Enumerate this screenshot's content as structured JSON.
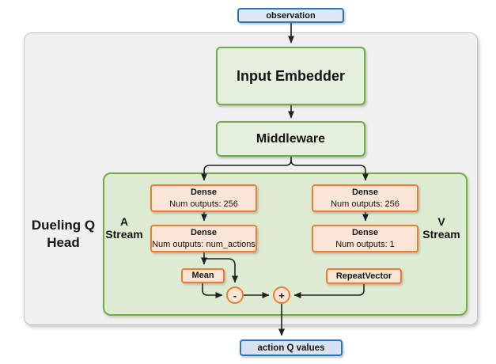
{
  "colors": {
    "blue_border": "#2E75B6",
    "blue_fill": "#DBE9F8",
    "blue_fill_out": "#D9E2F0",
    "green_border": "#70AD47",
    "green_fill": "#E5F0DD",
    "green_container_fill": "#DDEBD3",
    "orange_border": "#ED7D31",
    "orange_fill": "#FBE5D6",
    "gray_fill": "#F0F0F0",
    "gray_border": "#C3C3C3"
  },
  "nodes": {
    "observation": {
      "label": "observation"
    },
    "input_embedder": {
      "label": "Input Embedder"
    },
    "middleware": {
      "label": "Middleware"
    },
    "dueling_head": {
      "line1": "Dueling Q",
      "line2": "Head"
    },
    "a_stream": {
      "line1": "A",
      "line2": "Stream"
    },
    "v_stream": {
      "line1": "V",
      "line2": "Stream"
    },
    "a_dense_1": {
      "title": "Dense",
      "detail": "Num outputs: 256"
    },
    "a_dense_2": {
      "title": "Dense",
      "detail": "Num outputs: num_actions"
    },
    "v_dense_1": {
      "title": "Dense",
      "detail": "Num outputs: 256"
    },
    "v_dense_2": {
      "title": "Dense",
      "detail": "Num outputs: 1"
    },
    "mean": {
      "label": "Mean"
    },
    "repeat_vector": {
      "label": "RepeatVector"
    },
    "minus_op": {
      "symbol": "-"
    },
    "plus_op": {
      "symbol": "+"
    },
    "action_q_values": {
      "label": "action Q values"
    }
  }
}
